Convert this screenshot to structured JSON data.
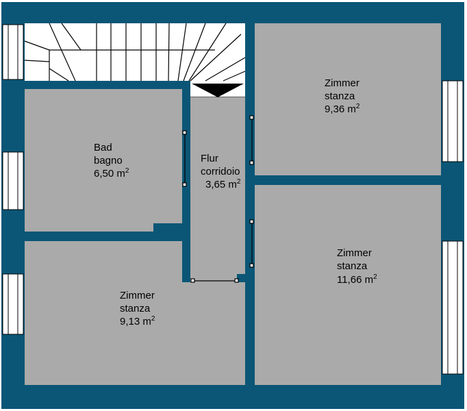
{
  "colors": {
    "wall": "#0b5676",
    "floor": "#aaaaaa",
    "window_glass": "#ffffff",
    "stair": "#ffffff",
    "line": "#000000"
  },
  "rooms": [
    {
      "name_de": "Bad",
      "name_it": "bagno",
      "area": "6,50 m",
      "unit_sup": "2"
    },
    {
      "name_de": "Flur",
      "name_it": "corridoio",
      "area": "3,65 m",
      "unit_sup": "2"
    },
    {
      "name_de": "Zimmer",
      "name_it": "stanza",
      "area": "9,36 m",
      "unit_sup": "2"
    },
    {
      "name_de": "Zimmer",
      "name_it": "stanza",
      "area": "11,66 m",
      "unit_sup": "2"
    },
    {
      "name_de": "Zimmer",
      "name_it": "stanza",
      "area": "9,13 m",
      "unit_sup": "2"
    }
  ],
  "stair_direction_icon": "down-arrow-icon"
}
